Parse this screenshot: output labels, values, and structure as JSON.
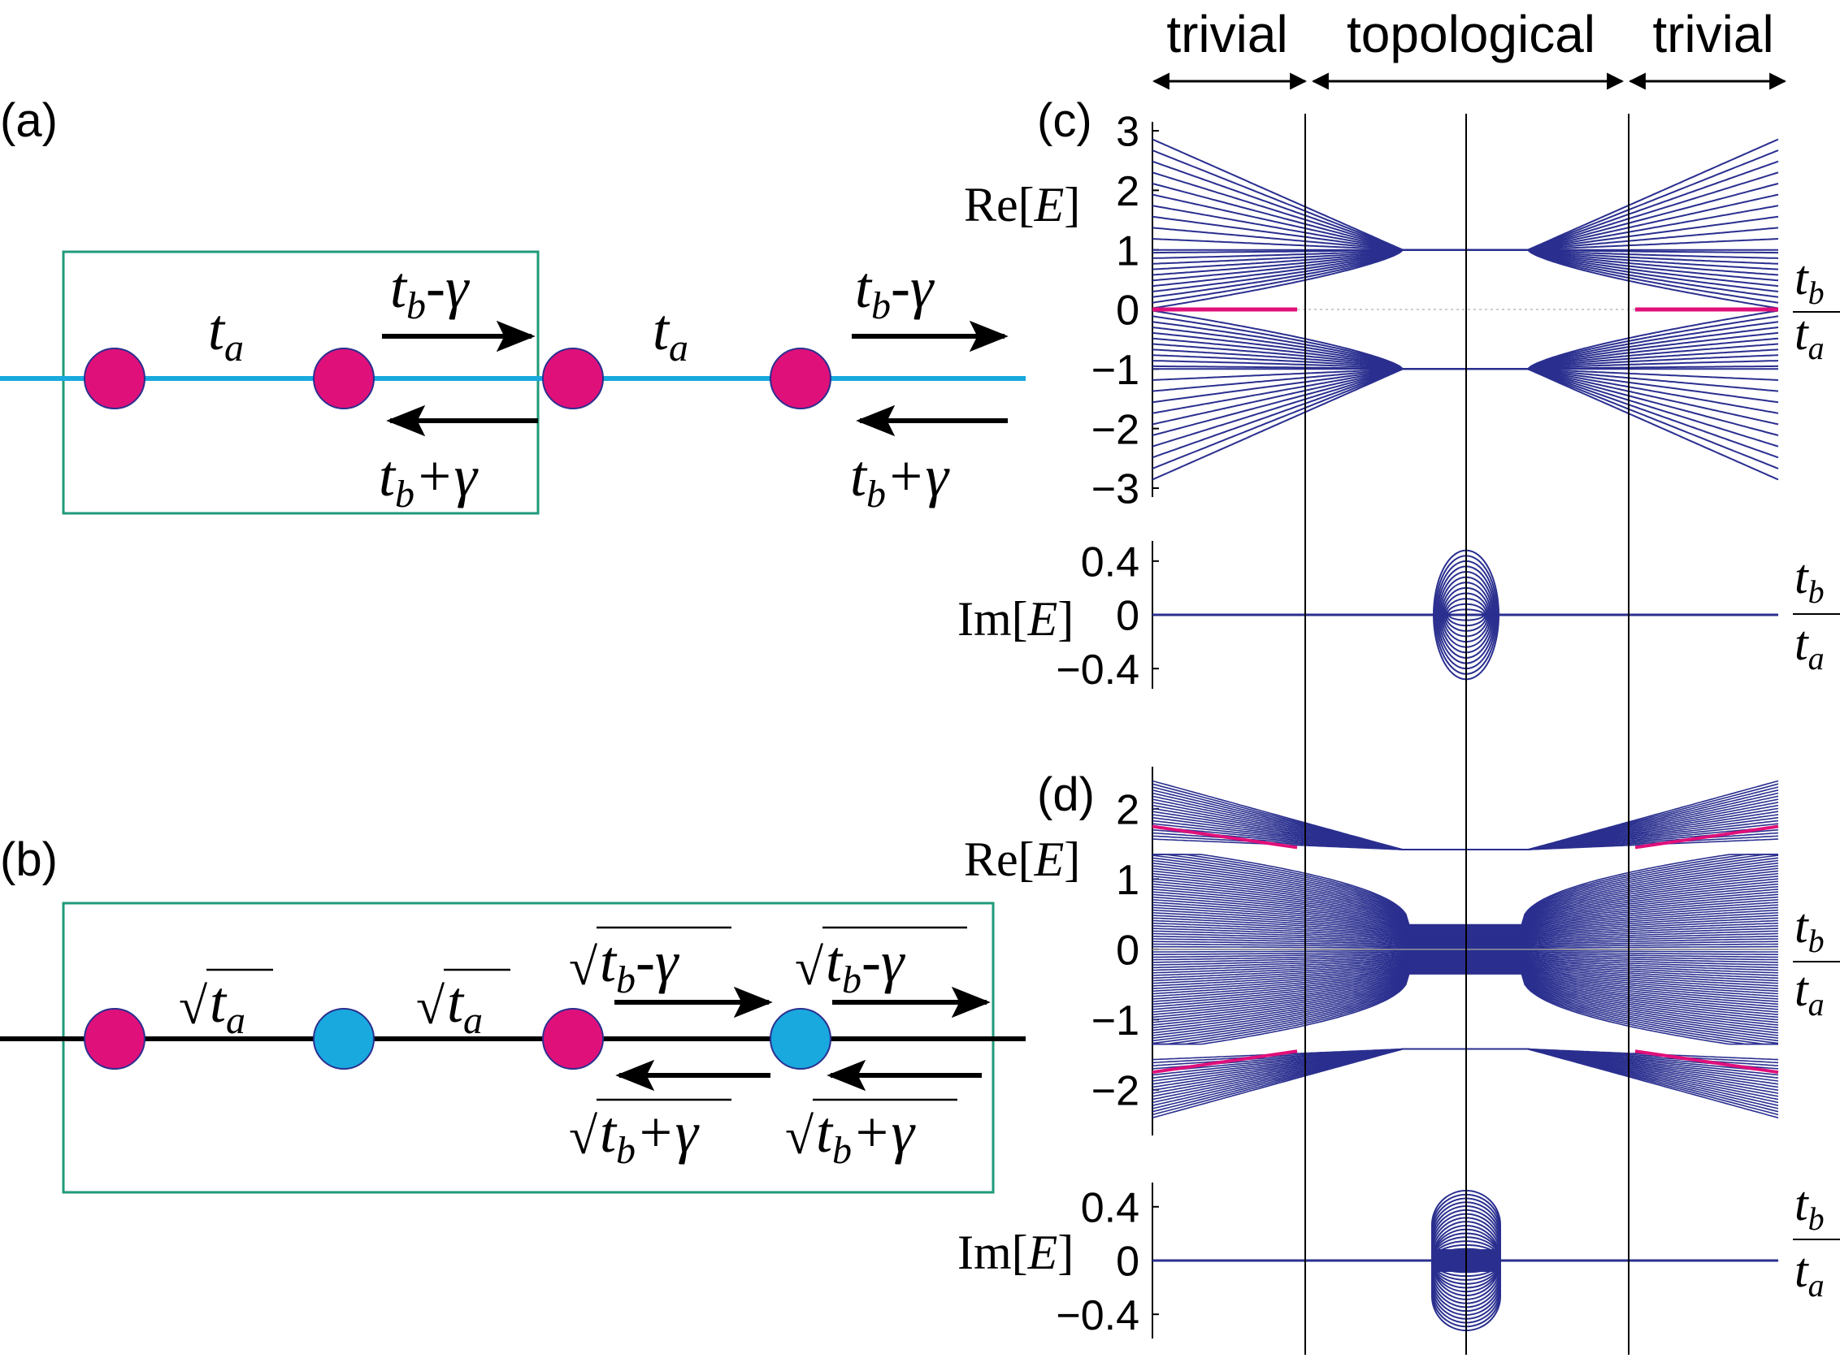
{
  "regions": [
    "trivial",
    "topological",
    "trivial"
  ],
  "panel_labels": {
    "a": "(a)",
    "b": "(b)",
    "c": "(c)",
    "d": "(d)"
  },
  "chain_a": {
    "hop_intra": "t",
    "hop_intra_sub": "a",
    "hop_right": "t",
    "hop_right_sub": "b",
    "hop_right_rest": "-γ",
    "hop_left": "t",
    "hop_left_sub": "b",
    "hop_left_rest": "+γ"
  },
  "chain_b": {
    "sqrt": "√",
    "hop_intra": "t",
    "hop_intra_sub": "a",
    "hop_right": "t",
    "hop_right_sub": "b",
    "hop_right_rest": "-γ",
    "hop_left": "t",
    "hop_left_sub": "b",
    "hop_left_rest": "+γ"
  },
  "axis_labels": {
    "re_pre": "Re[",
    "im_pre": "Im[",
    "E": "E",
    "post": "]",
    "x_num": "t",
    "x_num_sub": "b",
    "x_den": "t",
    "x_den_sub": "a"
  },
  "colors": {
    "band": "#2a2f8f",
    "edge": "#e0107a",
    "cyan": "#19a9de",
    "teal": "#1f9a7a",
    "site_magenta": "#e0107a",
    "site_cyan": "#19a9de"
  },
  "chart_data": [
    {
      "panel": "c-re",
      "type": "line",
      "xlabel": "t_b/t_a",
      "ylabel": "Re[E]",
      "yticks": [
        "3",
        "2",
        "1",
        "0",
        "−1",
        "−2",
        "−3"
      ],
      "ylim": [
        -3.15,
        3.15
      ],
      "x_markers": [
        0.0,
        0.5,
        1.5,
        2.0
      ],
      "band_count": 20,
      "model": "real-spectrum"
    },
    {
      "panel": "c-im",
      "type": "line",
      "xlabel": "t_b/t_a",
      "ylabel": "Im[E]",
      "yticks": [
        "0.4",
        "0",
        "−0.4"
      ],
      "ylim": [
        -0.55,
        0.55
      ],
      "model": "imag-spectrum"
    },
    {
      "panel": "d-re",
      "type": "line",
      "xlabel": "t_b/t_a",
      "ylabel": "Re[E]",
      "yticks": [
        "2",
        "1",
        "0",
        "−1",
        "−2"
      ],
      "ylim": [
        -2.65,
        2.6
      ],
      "band_count": 40,
      "model": "real-spectrum-sqrt"
    },
    {
      "panel": "d-im",
      "type": "line",
      "xlabel": "t_b/t_a",
      "ylabel": "Im[E]",
      "yticks": [
        "0.4",
        "0",
        "−0.4"
      ],
      "ylim": [
        -0.58,
        0.58
      ],
      "model": "imag-spectrum-sqrt"
    }
  ]
}
